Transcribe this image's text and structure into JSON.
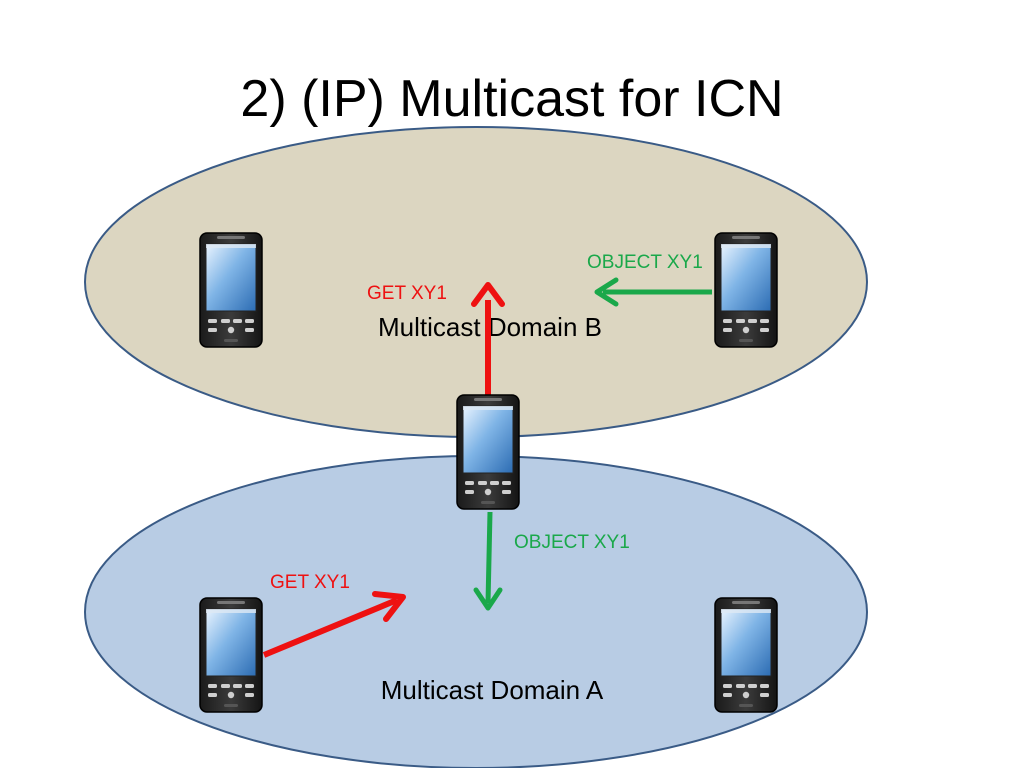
{
  "title": "2) (IP) Multicast for ICN",
  "colors": {
    "domain_b_fill": "#dcd6c1",
    "domain_a_fill": "#b8cce4",
    "ellipse_stroke": "#3a5b86",
    "request_color": "#ee1111",
    "response_color": "#1aa84a"
  },
  "domains": {
    "b": {
      "label": "Multicast Domain B"
    },
    "a": {
      "label": "Multicast Domain A"
    }
  },
  "messages": {
    "get_b": "GET XY1",
    "object_b": "OBJECT XY1",
    "object_a": "OBJECT XY1",
    "get_a": "GET XY1"
  },
  "devices": [
    {
      "id": "phone-b-left",
      "icon": "smartphone-icon"
    },
    {
      "id": "phone-b-right",
      "icon": "smartphone-icon"
    },
    {
      "id": "phone-gateway",
      "icon": "smartphone-icon"
    },
    {
      "id": "phone-a-left",
      "icon": "smartphone-icon"
    },
    {
      "id": "phone-a-right",
      "icon": "smartphone-icon"
    }
  ]
}
